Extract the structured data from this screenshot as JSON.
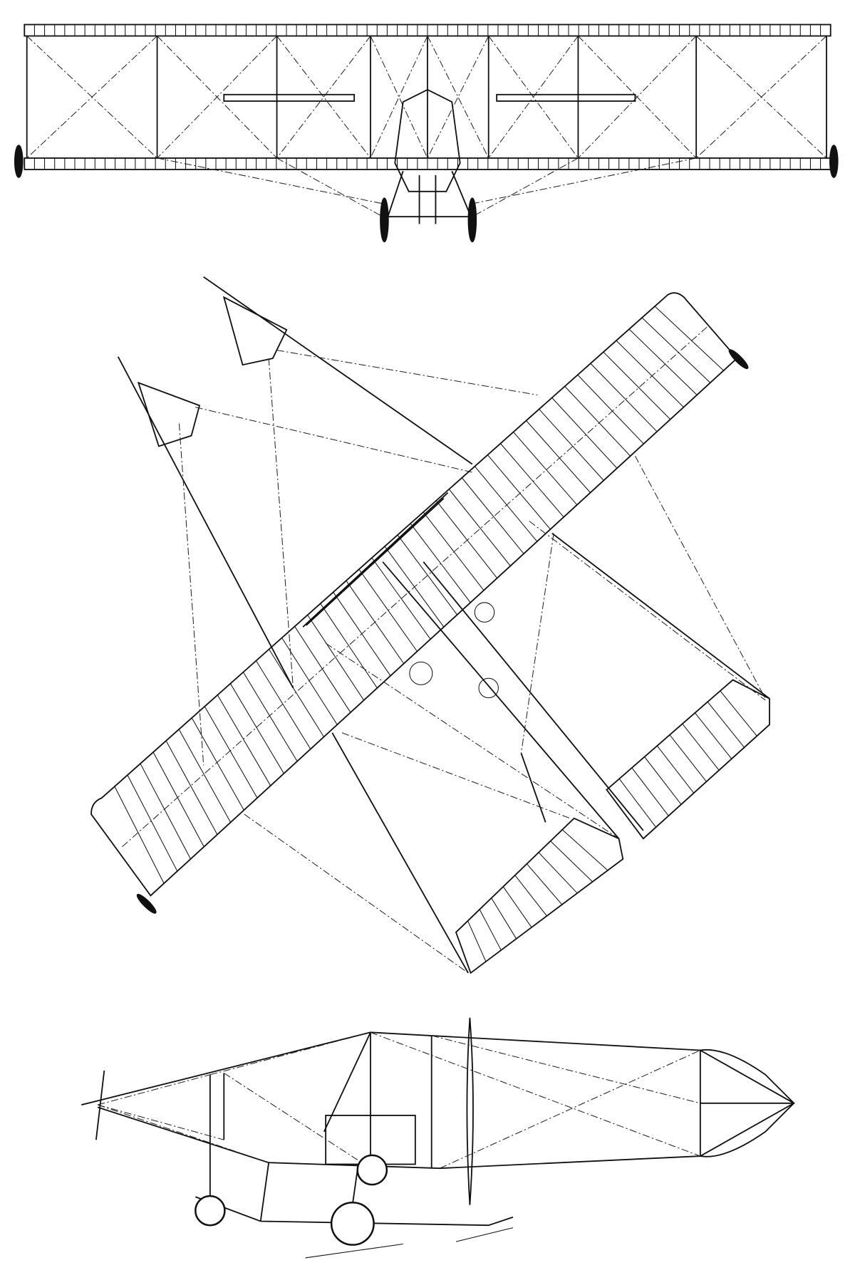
{
  "colors": {
    "ink": "#111111",
    "paper": "#ffffff"
  },
  "drawing": {
    "front_view": {
      "interstrut_bays": 8,
      "wheels": 2,
      "ribs": 80
    },
    "top_view": {
      "wing_ribs": 44,
      "tail_ribs": 10
    },
    "side_view": {
      "wheels": 3
    }
  }
}
